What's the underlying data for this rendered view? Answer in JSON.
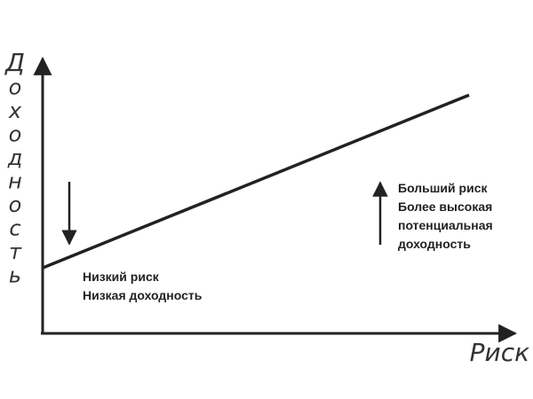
{
  "chart_data": {
    "type": "line",
    "title": "",
    "xlabel": "Риск",
    "ylabel": "Доходность",
    "grid": false,
    "legend": "none",
    "xlim": [
      0,
      1
    ],
    "ylim": [
      0,
      1
    ],
    "x_ticks": [],
    "y_ticks": [],
    "series": [
      {
        "name": "",
        "x": [
          0,
          1
        ],
        "y": [
          0.22,
          0.8
        ]
      }
    ],
    "annotations": [
      {
        "lines": [
          "Низкий риск",
          "Низкая доходность"
        ],
        "arrow": "down"
      },
      {
        "lines": [
          "Больший риск",
          "Более высокая",
          "потенциальная",
          "доходность"
        ],
        "arrow": "up"
      }
    ],
    "colors": {
      "ink": "#222222",
      "background": "#ffffff"
    }
  }
}
